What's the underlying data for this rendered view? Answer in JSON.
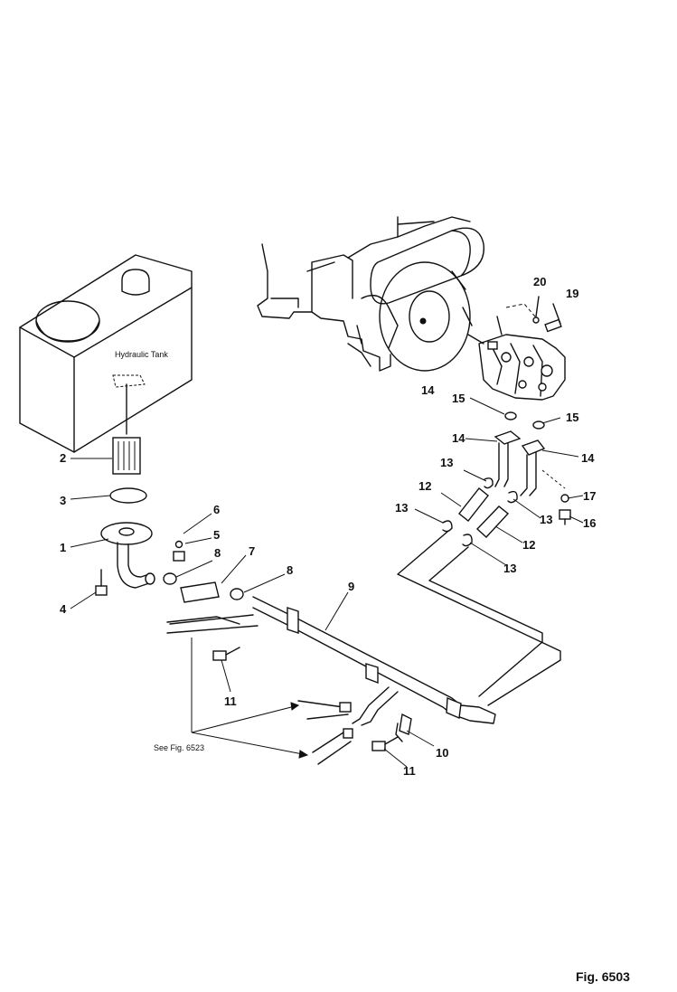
{
  "figure_label": "Fig. 6503",
  "tank_label": "Hydraulic Tank",
  "reference_note": "See Fig. 6523",
  "callouts": {
    "c1": "1",
    "c2": "2",
    "c3": "3",
    "c4": "4",
    "c5": "5",
    "c6": "6",
    "c7": "7",
    "c8a": "8",
    "c8b": "8",
    "c9": "9",
    "c10": "10",
    "c11a": "11",
    "c11b": "11",
    "c12a": "12",
    "c12b": "12",
    "c13a": "13",
    "c13b": "13",
    "c13c": "13",
    "c13d": "13",
    "c14a": "14",
    "c14b": "14",
    "c14c": "14",
    "c15a": "15",
    "c15b": "15",
    "c16": "16",
    "c17": "17",
    "c19": "19",
    "c20": "20"
  }
}
